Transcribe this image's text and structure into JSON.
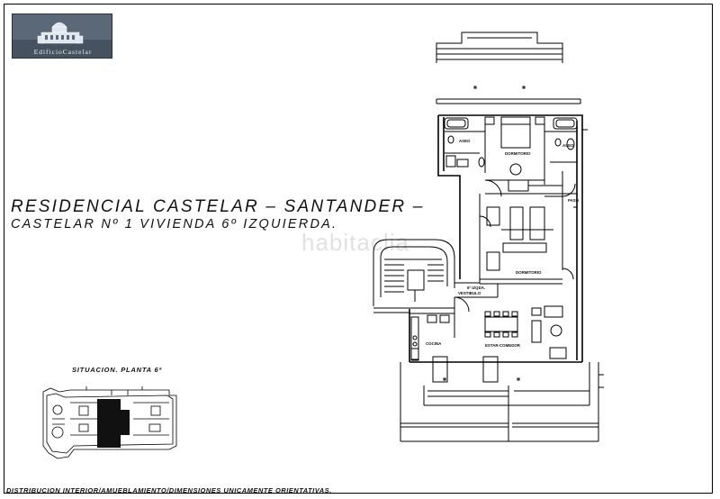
{
  "logo": {
    "caption": "EdificioCastelar"
  },
  "title": {
    "line1": "RESIDENCIAL CASTELAR – SANTANDER –",
    "line2": "CASTELAR Nº 1 VIVIENDA 6º IZQUIERDA."
  },
  "watermark": "habitaclia",
  "rooms": {
    "aseo_left": "ASEO",
    "aseo_right": "ASEO",
    "dormitorio_top": "DORMITORIO",
    "dormitorio_bottom": "DORMITORIO",
    "paso": "PASO",
    "unit": "6º IZQDA.",
    "vestibulo": "VESTIBULO",
    "cocina": "COCINA",
    "estar": "ESTAR-COMEDOR"
  },
  "situacion_label": "SITUACION. PLANTA 6ª",
  "footer": "DISTRIBUCION INTERIOR/AMUEBLAMIENTO/DIMENSIONES UNICAMENTE ORIENTATIVAS.",
  "colors": {
    "line": "#000000",
    "logo_bg": "#5b6878",
    "highlight": "#111111"
  }
}
